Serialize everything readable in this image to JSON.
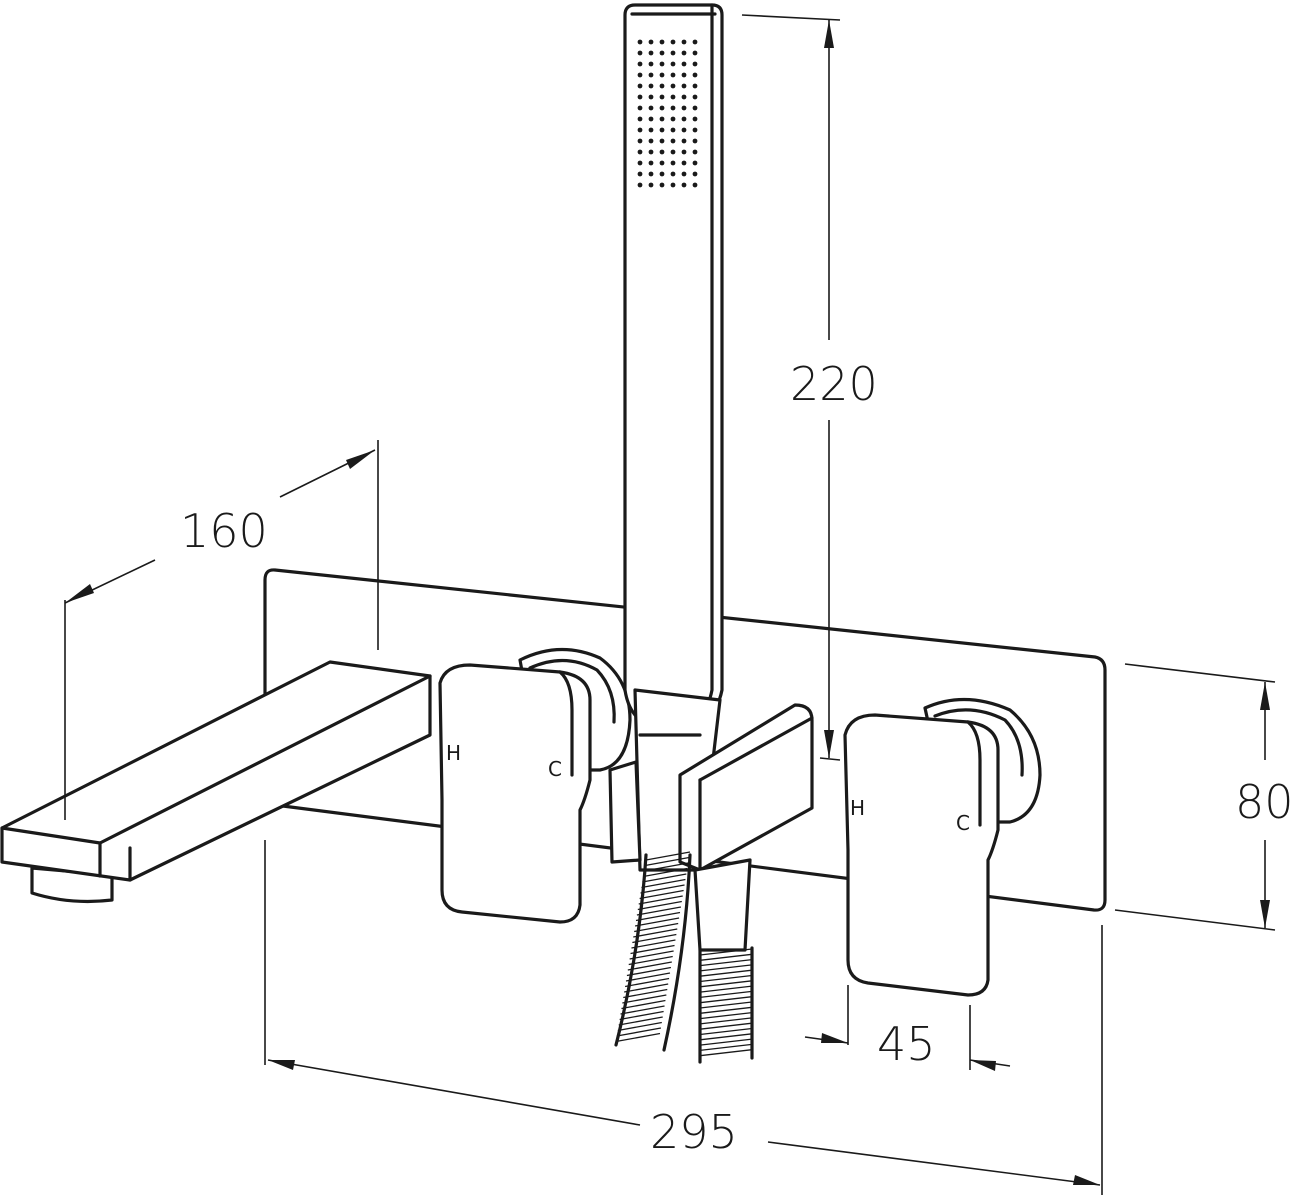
{
  "dimensions": {
    "spout_length": "160",
    "handshower_height": "220",
    "plate_height": "80",
    "handle_width": "45",
    "overall_width": "295"
  },
  "handle_markings": {
    "left_hot": "H",
    "left_cold": "C",
    "right_hot": "H",
    "right_cold": "C"
  }
}
